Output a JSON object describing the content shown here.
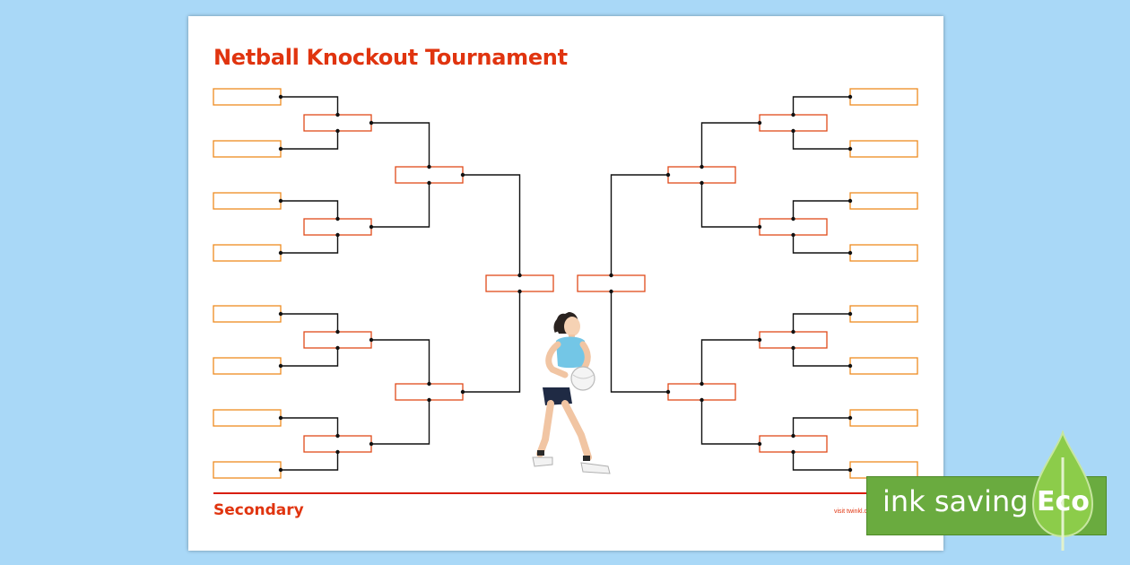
{
  "worksheet": {
    "title": "Netball Knockout Tournament",
    "level_label": "Secondary",
    "footer_link": "visit twinkl.com"
  },
  "badge": {
    "ink_label": "ink saving",
    "eco_label": "Eco"
  },
  "colors": {
    "title": "#e0340f",
    "slot_border": "#ee8b21",
    "bracket_line": "#111111",
    "background": "#a9d8f7",
    "badge_green": "#6aab3f"
  },
  "illustration": {
    "icon": "netball-player-icon"
  }
}
